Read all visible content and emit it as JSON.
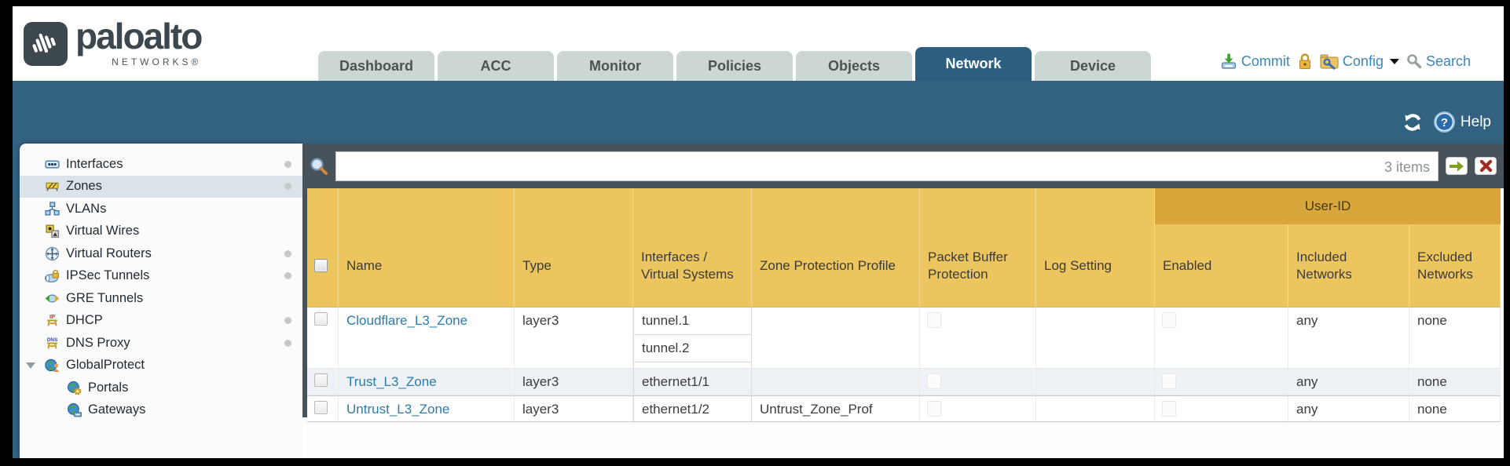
{
  "colors": {
    "teal_band": "#336281",
    "active_tab": "#2D5F80",
    "inactive_tab": "#CCD7D4",
    "amber_header": "#ECC55E",
    "user_id_band": "#D9A63C",
    "filter_bar": "#47525B",
    "link_blue": "#2B7CA7",
    "action_blue": "#3E86B8",
    "alt_row": "#EEF2F6"
  },
  "header": {
    "brand": {
      "name": "paloalto",
      "subtitle": "NETWORKS®"
    },
    "tabs": [
      {
        "label": "Dashboard",
        "active": false
      },
      {
        "label": "ACC",
        "active": false
      },
      {
        "label": "Monitor",
        "active": false
      },
      {
        "label": "Policies",
        "active": false
      },
      {
        "label": "Objects",
        "active": false
      },
      {
        "label": "Network",
        "active": true
      },
      {
        "label": "Device",
        "active": false
      }
    ],
    "actions": {
      "commit_label": "Commit",
      "config_label": "Config",
      "search_label": "Search"
    }
  },
  "toolbar": {
    "help_label": "Help"
  },
  "sidebar": {
    "items": [
      {
        "label": "Interfaces",
        "icon": "interfaces-icon",
        "has_status_dot": true,
        "selected": false
      },
      {
        "label": "Zones",
        "icon": "zones-icon",
        "has_status_dot": true,
        "selected": true
      },
      {
        "label": "VLANs",
        "icon": "vlans-icon",
        "has_status_dot": false,
        "selected": false
      },
      {
        "label": "Virtual Wires",
        "icon": "virtual-wires-icon",
        "has_status_dot": false,
        "selected": false
      },
      {
        "label": "Virtual Routers",
        "icon": "virtual-routers-icon",
        "has_status_dot": true,
        "selected": false
      },
      {
        "label": "IPSec Tunnels",
        "icon": "ipsec-tunnels-icon",
        "has_status_dot": true,
        "selected": false
      },
      {
        "label": "GRE Tunnels",
        "icon": "gre-tunnels-icon",
        "has_status_dot": false,
        "selected": false
      },
      {
        "label": "DHCP",
        "icon": "dhcp-icon",
        "has_status_dot": true,
        "selected": false
      },
      {
        "label": "DNS Proxy",
        "icon": "dns-proxy-icon",
        "has_status_dot": true,
        "selected": false
      },
      {
        "label": "GlobalProtect",
        "icon": "globalprotect-icon",
        "has_status_dot": false,
        "selected": false,
        "expanded": true
      },
      {
        "label": "Portals",
        "icon": "portals-icon",
        "has_status_dot": false,
        "selected": false,
        "child": true
      },
      {
        "label": "Gateways",
        "icon": "gateways-icon",
        "has_status_dot": false,
        "selected": false,
        "child": true
      }
    ]
  },
  "filterbar": {
    "value": "",
    "count_label": "3 items"
  },
  "table": {
    "group_header": "User-ID",
    "columns": [
      "Name",
      "Type",
      "Interfaces / Virtual Systems",
      "Zone Protection Profile",
      "Packet Buffer Protection",
      "Log Setting",
      "Enabled",
      "Included Networks",
      "Excluded Networks"
    ],
    "rows": [
      {
        "name": "Cloudflare_L3_Zone",
        "type": "layer3",
        "interfaces": [
          "tunnel.1",
          "tunnel.2"
        ],
        "zone_protection_profile": "",
        "packet_buffer_protection": false,
        "log_setting": "",
        "user_id_enabled": false,
        "included_networks": "any",
        "excluded_networks": "none"
      },
      {
        "name": "Trust_L3_Zone",
        "type": "layer3",
        "interfaces": [
          "ethernet1/1"
        ],
        "zone_protection_profile": "",
        "packet_buffer_protection": false,
        "log_setting": "",
        "user_id_enabled": false,
        "included_networks": "any",
        "excluded_networks": "none"
      },
      {
        "name": "Untrust_L3_Zone",
        "type": "layer3",
        "interfaces": [
          "ethernet1/2"
        ],
        "zone_protection_profile": "Untrust_Zone_Prof",
        "packet_buffer_protection": false,
        "log_setting": "",
        "user_id_enabled": false,
        "included_networks": "any",
        "excluded_networks": "none"
      }
    ]
  }
}
